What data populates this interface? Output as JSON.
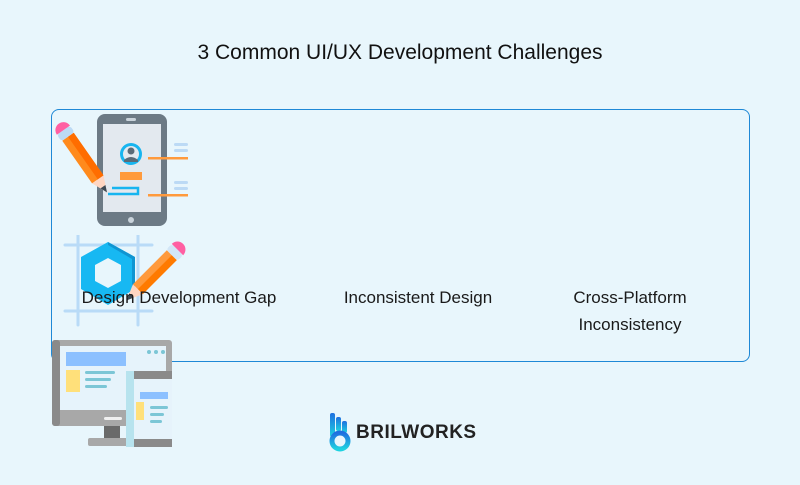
{
  "title": "3 Common UI/UX Development Challenges",
  "challenges": [
    {
      "label": "Design Development Gap",
      "icon": "phone-pencil-icon"
    },
    {
      "label": "Inconsistent Design",
      "icon": "hexagon-pencil-icon"
    },
    {
      "label": "Cross-Platform Inconsistency",
      "icon": "monitor-tablet-icon"
    }
  ],
  "brand": {
    "name": "BRILWORKS",
    "colors": {
      "accent": "#1e88d6",
      "background": "#e8f6fc"
    }
  }
}
